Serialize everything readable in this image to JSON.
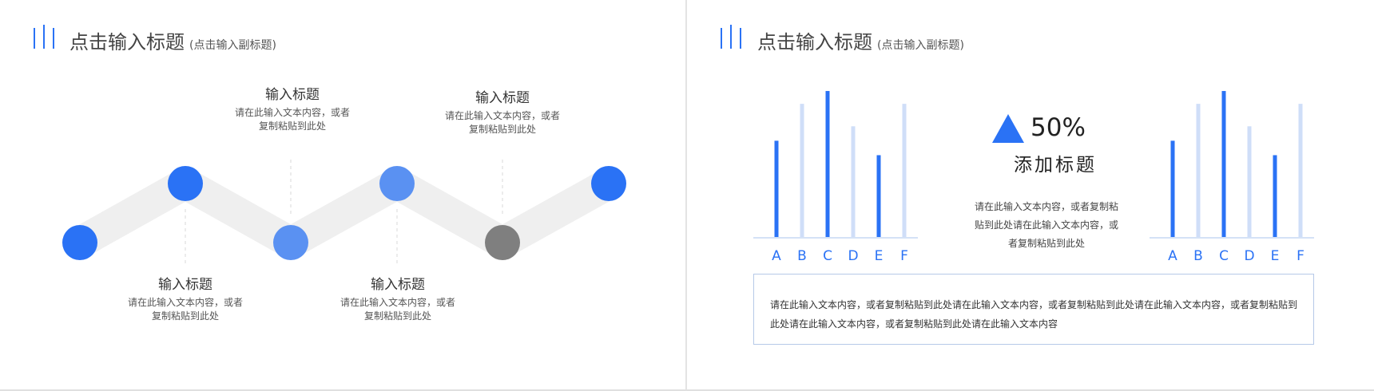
{
  "left_slide": {
    "title": "点击输入标题",
    "subtitle": "(点击输入副标题)",
    "steps": [
      {
        "heading": "输入标题",
        "desc_line1": "请在此输入文本内容，或者",
        "desc_line2": "复制粘贴到此处"
      },
      {
        "heading": "输入标题",
        "desc_line1": "请在此输入文本内容，或者",
        "desc_line2": "复制粘贴到此处"
      },
      {
        "heading": "输入标题",
        "desc_line1": "请在此输入文本内容，或者",
        "desc_line2": "复制粘贴到此处"
      },
      {
        "heading": "输入标题",
        "desc_line1": "请在此输入文本内容，或者",
        "desc_line2": "复制粘贴到此处"
      }
    ],
    "node_colors": [
      "#2a72f5",
      "#2a72f5",
      "#5a91f2",
      "#5a91f2",
      "#7f7f7f",
      "#2a72f5"
    ]
  },
  "right_slide": {
    "title": "点击输入标题",
    "subtitle": "(点击输入副标题)",
    "stat_value": "50%",
    "stat_heading": "添加标题",
    "stat_desc_lines": [
      "请在此输入文本内容，或者复制粘",
      "贴到此处请在此输入文本内容，或",
      "者复制粘贴到此处"
    ],
    "box_text": "请在此输入文本内容，或者复制粘贴到此处请在此输入文本内容，或者复制粘贴到此处请在此输入文本内容，或者复制粘贴到此处请在此输入文本内容，或者复制粘贴到此处请在此输入文本内容",
    "colors": {
      "primary": "#2a72f5",
      "light": "#cfdef8",
      "axis": "#aac4ee"
    }
  },
  "chart_data": [
    {
      "type": "bar",
      "categories": [
        "A",
        "B",
        "C",
        "D",
        "E",
        "F"
      ],
      "values": [
        60,
        83,
        91,
        69,
        51,
        83
      ],
      "ylim": [
        0,
        100
      ]
    },
    {
      "type": "bar",
      "categories": [
        "A",
        "B",
        "C",
        "D",
        "E",
        "F"
      ],
      "values": [
        60,
        83,
        91,
        69,
        51,
        83
      ],
      "ylim": [
        0,
        100
      ]
    }
  ]
}
